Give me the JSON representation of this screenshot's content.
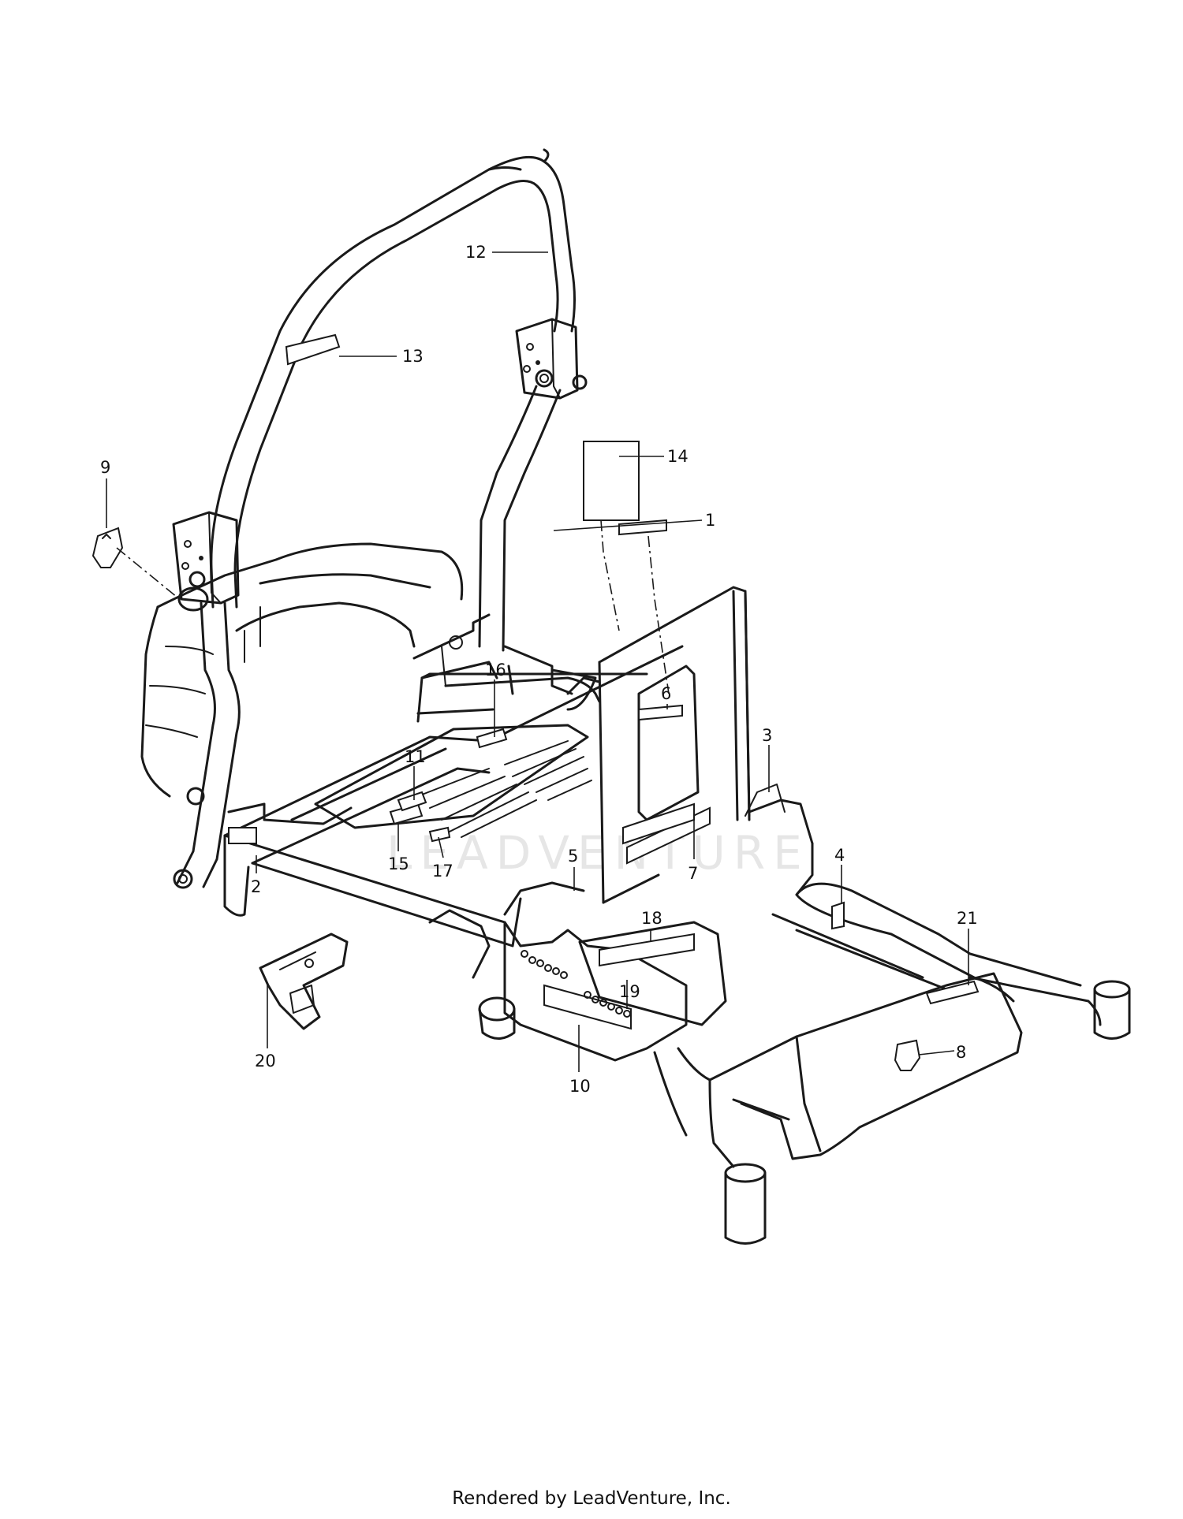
{
  "callouts": [
    {
      "id": "1",
      "label": "1"
    },
    {
      "id": "2",
      "label": "2"
    },
    {
      "id": "3",
      "label": "3"
    },
    {
      "id": "4",
      "label": "4"
    },
    {
      "id": "5",
      "label": "5"
    },
    {
      "id": "6",
      "label": "6"
    },
    {
      "id": "7",
      "label": "7"
    },
    {
      "id": "8",
      "label": "8"
    },
    {
      "id": "9",
      "label": "9"
    },
    {
      "id": "10",
      "label": "10"
    },
    {
      "id": "11",
      "label": "11"
    },
    {
      "id": "12",
      "label": "12"
    },
    {
      "id": "13",
      "label": "13"
    },
    {
      "id": "14",
      "label": "14"
    },
    {
      "id": "15",
      "label": "15"
    },
    {
      "id": "16",
      "label": "16"
    },
    {
      "id": "17",
      "label": "17"
    },
    {
      "id": "18",
      "label": "18"
    },
    {
      "id": "19",
      "label": "19"
    },
    {
      "id": "20",
      "label": "20"
    },
    {
      "id": "21",
      "label": "21"
    }
  ],
  "watermark": "LEADVENTURE",
  "footer": "Rendered by LeadVenture, Inc."
}
